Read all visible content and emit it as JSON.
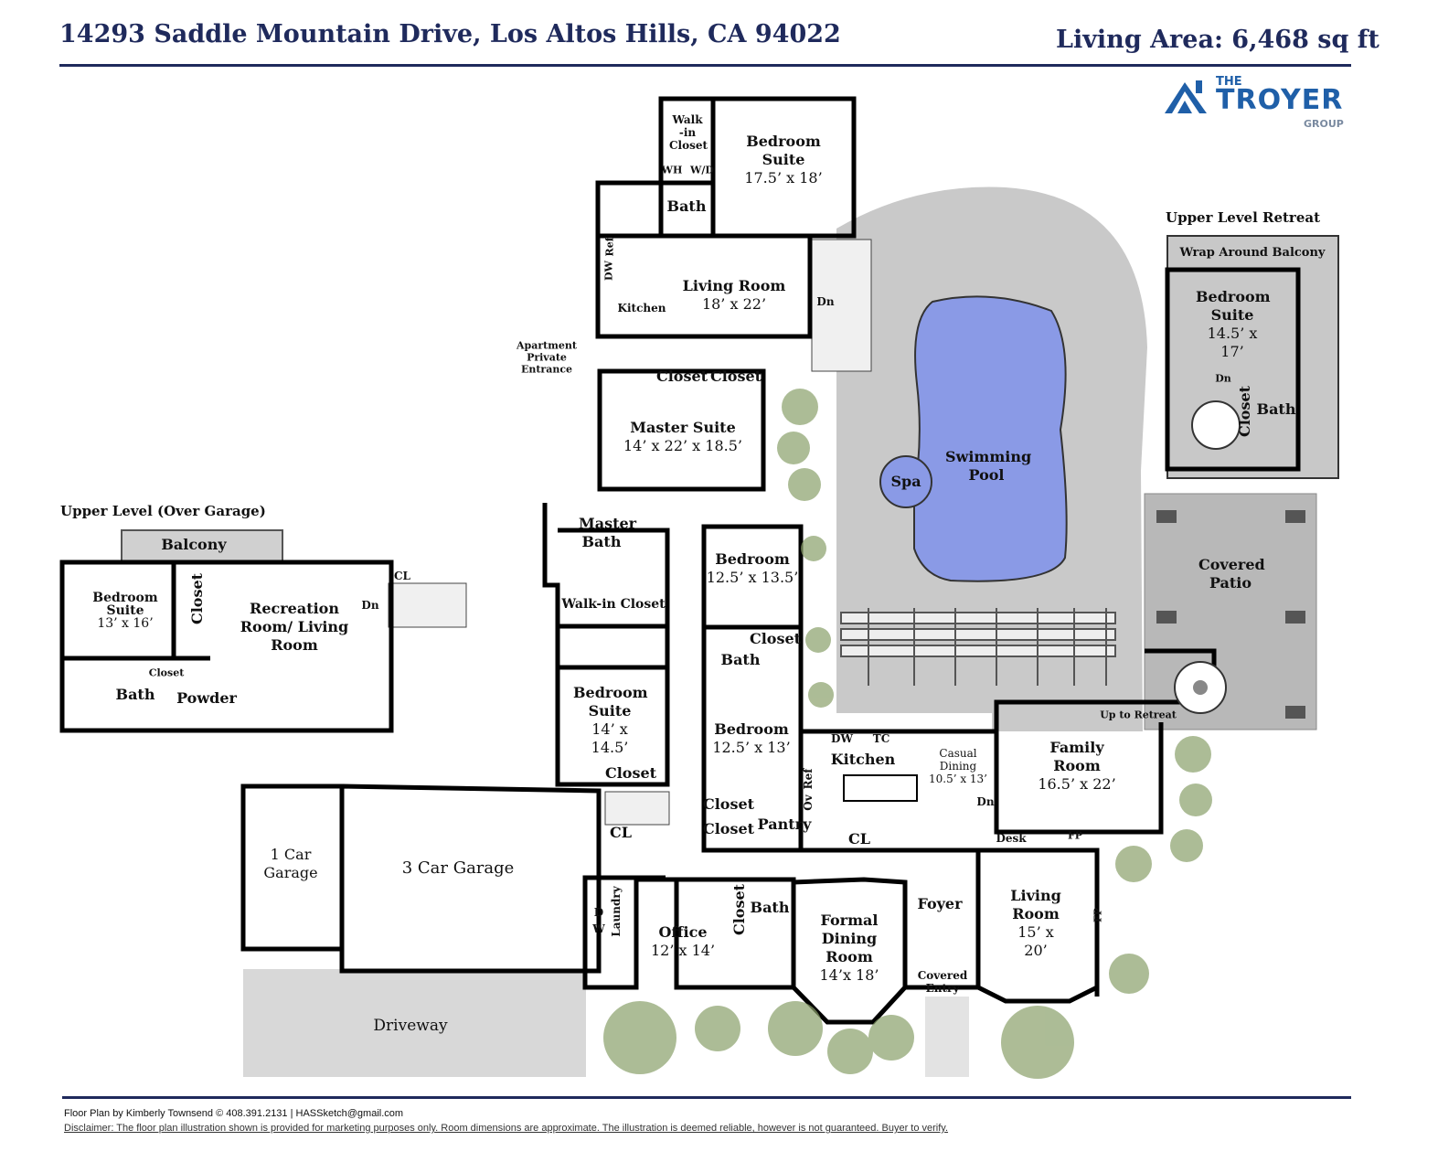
{
  "header": {
    "address": "14293 Saddle Mountain Drive, Los Altos Hills, CA 94022",
    "living_area": "Living Area: 6,468 sq ft"
  },
  "logo": {
    "the": "THE",
    "name": "TROYER",
    "group": "GROUP"
  },
  "sections": {
    "upper_retreat": "Upper Level Retreat",
    "upper_garage": "Upper Level (Over Garage)"
  },
  "rooms": {
    "walkin_top": "Walk -in Closet",
    "wh": "WH",
    "wd": "W/D",
    "bed_suite_top": {
      "name": "Bedroom Suite",
      "dims": "17.5’ x 18’"
    },
    "bath_top": "Bath",
    "ref_apt": "Ref",
    "dw_apt": "DW",
    "kitchen_apt": "Kitchen",
    "living_apt": {
      "name": "Living Room",
      "dims": "18’ x 22’"
    },
    "dn_apt": "Dn",
    "apt_entrance": "Apartment Private Entrance",
    "closet_a": "Closet",
    "closet_b": "Closet",
    "master": {
      "name": "Master Suite",
      "dims": "14’ x 22’ x 18.5’"
    },
    "master_bath": "Master Bath",
    "walkin_master": "Walk-in Closet",
    "bed1": {
      "name": "Bedroom",
      "dims": "12.5’ x 13.5’"
    },
    "closet_c": "Closet",
    "bath_mid": "Bath",
    "bed_suite_mid": {
      "name": "Bedroom Suite",
      "dims": "14’ x 14.5’"
    },
    "closet_d": "Closet",
    "bed2": {
      "name": "Bedroom",
      "dims": "12.5’ x 13’"
    },
    "closet_e": "Closet",
    "closet_f": "Closet",
    "pantry": "Pantry",
    "cl_a": "CL",
    "cl_b": "CL",
    "kitchen": "Kitchen",
    "dw": "DW",
    "tc": "TC",
    "ref": "Ref",
    "ov": "Ov",
    "casual": {
      "name": "Casual Dining",
      "dims": "10.5’ x 13’"
    },
    "family": {
      "name": "Family Room",
      "dims": "16.5’ x 22’"
    },
    "dn_family": "Dn",
    "desk": "Desk",
    "fp_family": "FP",
    "up_retreat": "Up to Retreat",
    "pool": "Swimming Pool",
    "spa": "Spa",
    "patio": "Covered Patio",
    "wrap_balcony": "Wrap Around Balcony",
    "retreat_bed": {
      "name": "Bedroom Suite",
      "dims": "14.5’ x 17’"
    },
    "retreat_dn": "Dn",
    "retreat_closet": "Closet",
    "retreat_bath": "Bath",
    "garage_balcony": "Balcony",
    "garage_bed": {
      "name": "Bedroom Suite",
      "dims": "13’ x 16’"
    },
    "garage_closet_v": "Closet",
    "rec": "Recreation Room/ Living Room",
    "garage_dn": "Dn",
    "garage_cl": "CL",
    "garage_closet": "Closet",
    "garage_bath": "Bath",
    "powder": "Powder",
    "one_car": "1 Car Garage",
    "three_car": "3 Car Garage",
    "driveway": "Driveway",
    "w": "W",
    "d": "D",
    "laundry": "Laundry",
    "office": {
      "name": "Office",
      "dims": "12’ x 14’"
    },
    "closet_office": "Closet",
    "bath_office": "Bath",
    "formal": {
      "name": "Formal Dining Room",
      "dims": "14’x 18’"
    },
    "foyer": "Foyer",
    "covered_entry": "Covered Entry",
    "living": {
      "name": "Living Room",
      "dims": "15’ x 20’"
    },
    "fp_living": "FP"
  },
  "footer": {
    "credit": "Floor Plan by Kimberly Townsend ©   408.391.2131   |   HASSketch@gmail.com",
    "disclaimer": "Disclaimer: The floor plan illustration shown is provided for marketing purposes only. Room dimensions are approximate. The illustration is deemed reliable, however is not guaranteed. Buyer to verify."
  },
  "colors": {
    "brand": "#1f2a5c",
    "logo": "#1f5fa8",
    "pool": "#8a9ae6",
    "deck": "#c9c9c9",
    "patio": "#b8b8b8"
  }
}
